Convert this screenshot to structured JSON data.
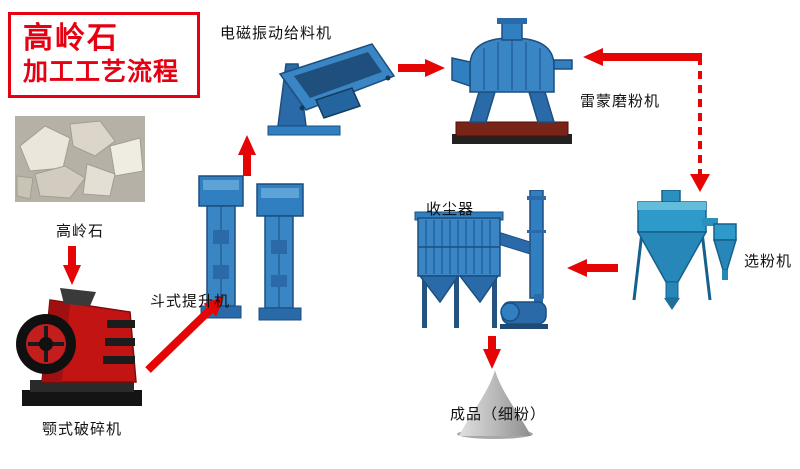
{
  "title": {
    "line1": "高岭石",
    "line2": "加工工艺流程"
  },
  "nodes": {
    "kaolin": {
      "label": "高岭石"
    },
    "jaw_crusher": {
      "label": "颚式破碎机"
    },
    "bucket_elevator": {
      "label": "斗式提升机"
    },
    "vibrating_feeder": {
      "label": "电磁振动给料机"
    },
    "raymond_mill": {
      "label": "雷蒙磨粉机"
    },
    "classifier": {
      "label": "选粉机"
    },
    "dust_collector": {
      "label": "收尘器"
    },
    "product": {
      "label": "成品（细粉）"
    }
  },
  "edges": [
    {
      "from": "kaolin",
      "to": "jaw_crusher",
      "style": "solid"
    },
    {
      "from": "jaw_crusher",
      "to": "bucket_elevator",
      "style": "solid"
    },
    {
      "from": "bucket_elevator",
      "to": "vibrating_feeder",
      "style": "solid"
    },
    {
      "from": "vibrating_feeder",
      "to": "raymond_mill",
      "style": "solid"
    },
    {
      "from": "classifier",
      "to": "raymond_mill",
      "style": "solid"
    },
    {
      "from": "raymond_mill",
      "to": "classifier",
      "style": "dashed"
    },
    {
      "from": "classifier",
      "to": "dust_collector",
      "style": "solid"
    },
    {
      "from": "dust_collector",
      "to": "product",
      "style": "solid"
    }
  ],
  "colors": {
    "arrow_red": "#e60505",
    "title_red": "#e60012",
    "machine_blue": "#3a85c4",
    "crusher_red": "#c31414",
    "product_gray": "#b5b5b5"
  }
}
